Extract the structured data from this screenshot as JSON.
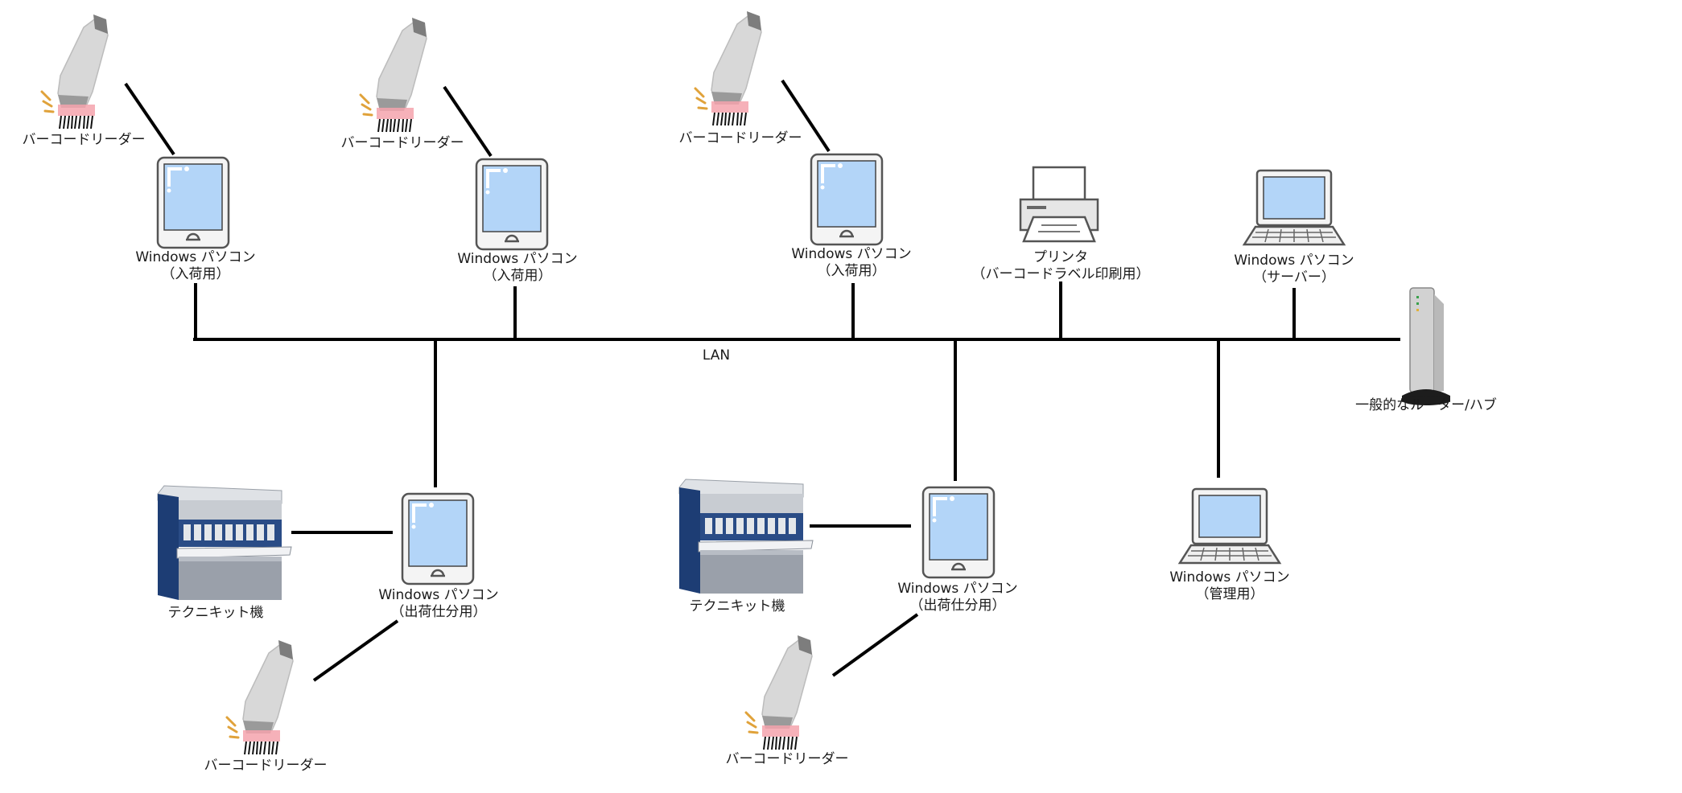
{
  "network": {
    "lan_label": "LAN",
    "router_label": "一般的なルーター/ハブ"
  },
  "inbound": [
    {
      "scanner_label": "バーコードリーダー",
      "pc_line1": "Windows パソコン",
      "pc_line2": "（入荷用）"
    },
    {
      "scanner_label": "バーコードリーダー",
      "pc_line1": "Windows パソコン",
      "pc_line2": "（入荷用）"
    },
    {
      "scanner_label": "バーコードリーダー",
      "pc_line1": "Windows パソコン",
      "pc_line2": "（入荷用）"
    }
  ],
  "printer": {
    "line1": "プリンタ",
    "line2": "（バーコードラベル印刷用）"
  },
  "server": {
    "line1": "Windows パソコン",
    "line2": "（サーバー）"
  },
  "admin": {
    "line1": "Windows パソコン",
    "line2": "（管理用）"
  },
  "outbound": [
    {
      "machine_label": "テクニキット機",
      "pc_line1": "Windows パソコン",
      "pc_line2": "（出荷仕分用）",
      "scanner_label": "バーコードリーダー"
    },
    {
      "machine_label": "テクニキット機",
      "pc_line1": "Windows パソコン",
      "pc_line2": "（出荷仕分用）",
      "scanner_label": "バーコードリーダー"
    }
  ],
  "colors": {
    "line": "#000000",
    "screen": "#b3d5f8",
    "device_frame": "#555555",
    "scanner_body": "#d7d7d7",
    "scanner_tip": "#7d7d7d",
    "scan_glow": "#f5a3ad",
    "spark": "#e0a23a",
    "machine_blue": "#1d3d74",
    "machine_grey": "#c8ccd2"
  },
  "icons": {
    "scanner": "barcode-scanner-icon",
    "tablet": "tablet-icon",
    "laptop": "laptop-icon",
    "printer": "printer-icon",
    "router": "router-icon",
    "machine": "technikit-machine-icon"
  }
}
